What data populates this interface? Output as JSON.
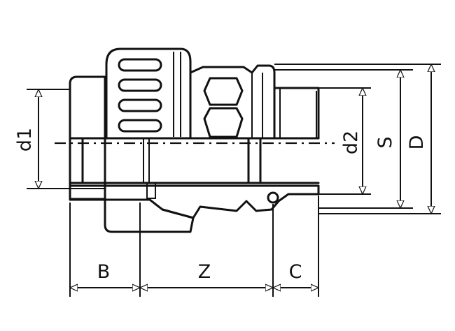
{
  "dimensions": {
    "d1": "d1",
    "d2": "d2",
    "S": "S",
    "D": "D",
    "B": "B",
    "Z": "Z",
    "C": "C"
  }
}
